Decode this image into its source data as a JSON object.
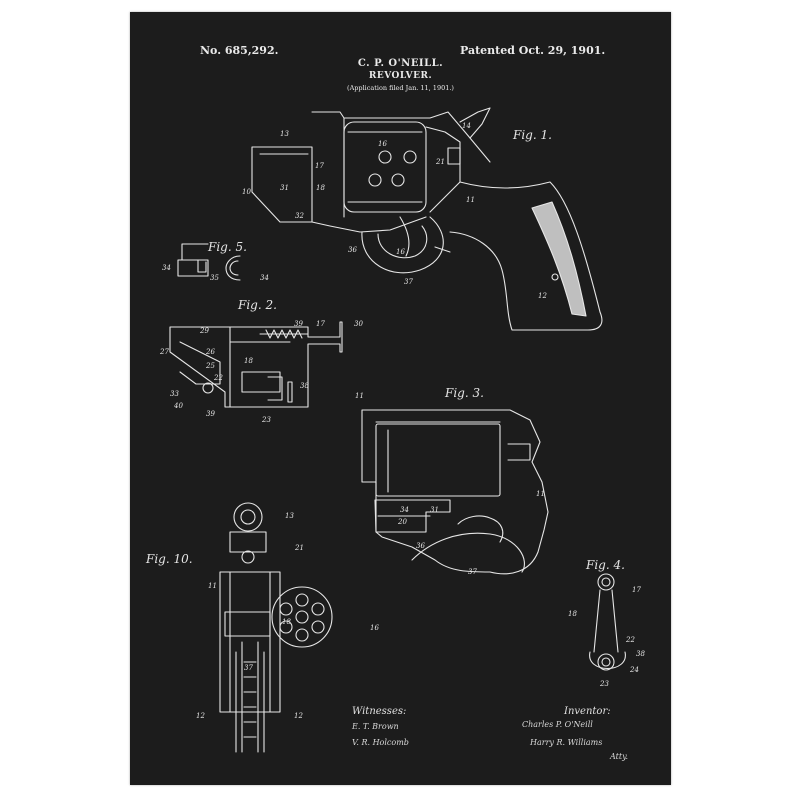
{
  "header": {
    "patent_number": "No. 685,292.",
    "patent_date": "Patented Oct. 29, 1901.",
    "inventor_name": "C. P. O'NEILL.",
    "title": "REVOLVER.",
    "application": "(Application filed Jan. 11, 1901.)"
  },
  "figures": {
    "fig1": "Fig. 1.",
    "fig2": "Fig. 2.",
    "fig3": "Fig. 3.",
    "fig4": "Fig. 4.",
    "fig5": "Fig. 5.",
    "fig10": "Fig. 10."
  },
  "reference_numbers": {
    "fig1": [
      "14",
      "13",
      "16",
      "21",
      "10",
      "17",
      "18",
      "31",
      "32",
      "11",
      "36",
      "16",
      "37",
      "12"
    ],
    "fig2": [
      "29",
      "39",
      "17",
      "30",
      "27",
      "26",
      "25",
      "18",
      "22",
      "33",
      "40",
      "39",
      "23",
      "38"
    ],
    "fig3": [
      "11",
      "34",
      "31",
      "20",
      "36",
      "37",
      "11"
    ],
    "fig4": [
      "17",
      "18",
      "22",
      "38",
      "24",
      "23"
    ],
    "fig5": [
      "34",
      "35",
      "34"
    ],
    "fig10": [
      "13",
      "21",
      "11",
      "18",
      "16",
      "37",
      "12",
      "12"
    ]
  },
  "witnesses": {
    "heading": "Witnesses:",
    "names": [
      "E. T. Brown",
      "V. R. Holcomb"
    ]
  },
  "inventor": {
    "heading": "Inventor:",
    "signature": "Charles P. O'Neill",
    "attorney": "Harry R. Williams",
    "attorney_title": "Atty."
  },
  "colors": {
    "background": "#1c1c1c",
    "ink": "#e6e6e6",
    "frame": "#ffffff"
  }
}
